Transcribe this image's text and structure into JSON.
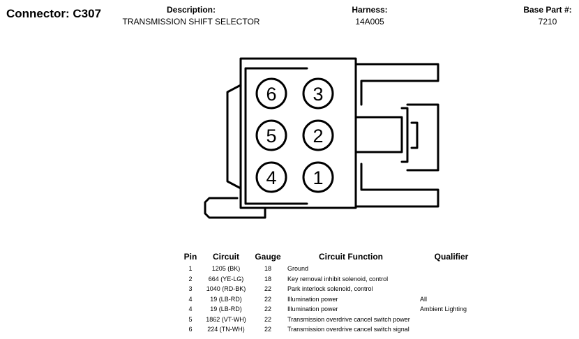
{
  "header": {
    "title": "Connector: C307",
    "description_label": "Description:",
    "description_value": "TRANSMISSION SHIFT SELECTOR",
    "harness_label": "Harness:",
    "harness_value": "14A005",
    "base_label": "Base Part #:",
    "base_value": "7210"
  },
  "connector": {
    "pins": [
      "6",
      "3",
      "5",
      "2",
      "4",
      "1"
    ]
  },
  "table": {
    "headers": {
      "pin": "Pin",
      "circuit": "Circuit",
      "gauge": "Gauge",
      "function": "Circuit Function",
      "qualifier": "Qualifier"
    },
    "rows": [
      {
        "pin": "1",
        "circuit": "1205 (BK)",
        "gauge": "18",
        "function": "Ground",
        "qualifier": ""
      },
      {
        "pin": "2",
        "circuit": "664 (YE-LG)",
        "gauge": "18",
        "function": "Key removal inhibit solenoid, control",
        "qualifier": ""
      },
      {
        "pin": "3",
        "circuit": "1040 (RD-BK)",
        "gauge": "22",
        "function": "Park interlock solenoid, control",
        "qualifier": ""
      },
      {
        "pin": "4",
        "circuit": "19 (LB-RD)",
        "gauge": "22",
        "function": "Illumination power",
        "qualifier": "All"
      },
      {
        "pin": "4",
        "circuit": "19 (LB-RD)",
        "gauge": "22",
        "function": "Illumination power",
        "qualifier": "Ambient Lighting"
      },
      {
        "pin": "5",
        "circuit": "1862 (VT-WH)",
        "gauge": "22",
        "function": "Transmission overdrive cancel switch power",
        "qualifier": ""
      },
      {
        "pin": "6",
        "circuit": "224 (TN-WH)",
        "gauge": "22",
        "function": "Transmission overdrive cancel switch signal",
        "qualifier": ""
      }
    ]
  }
}
